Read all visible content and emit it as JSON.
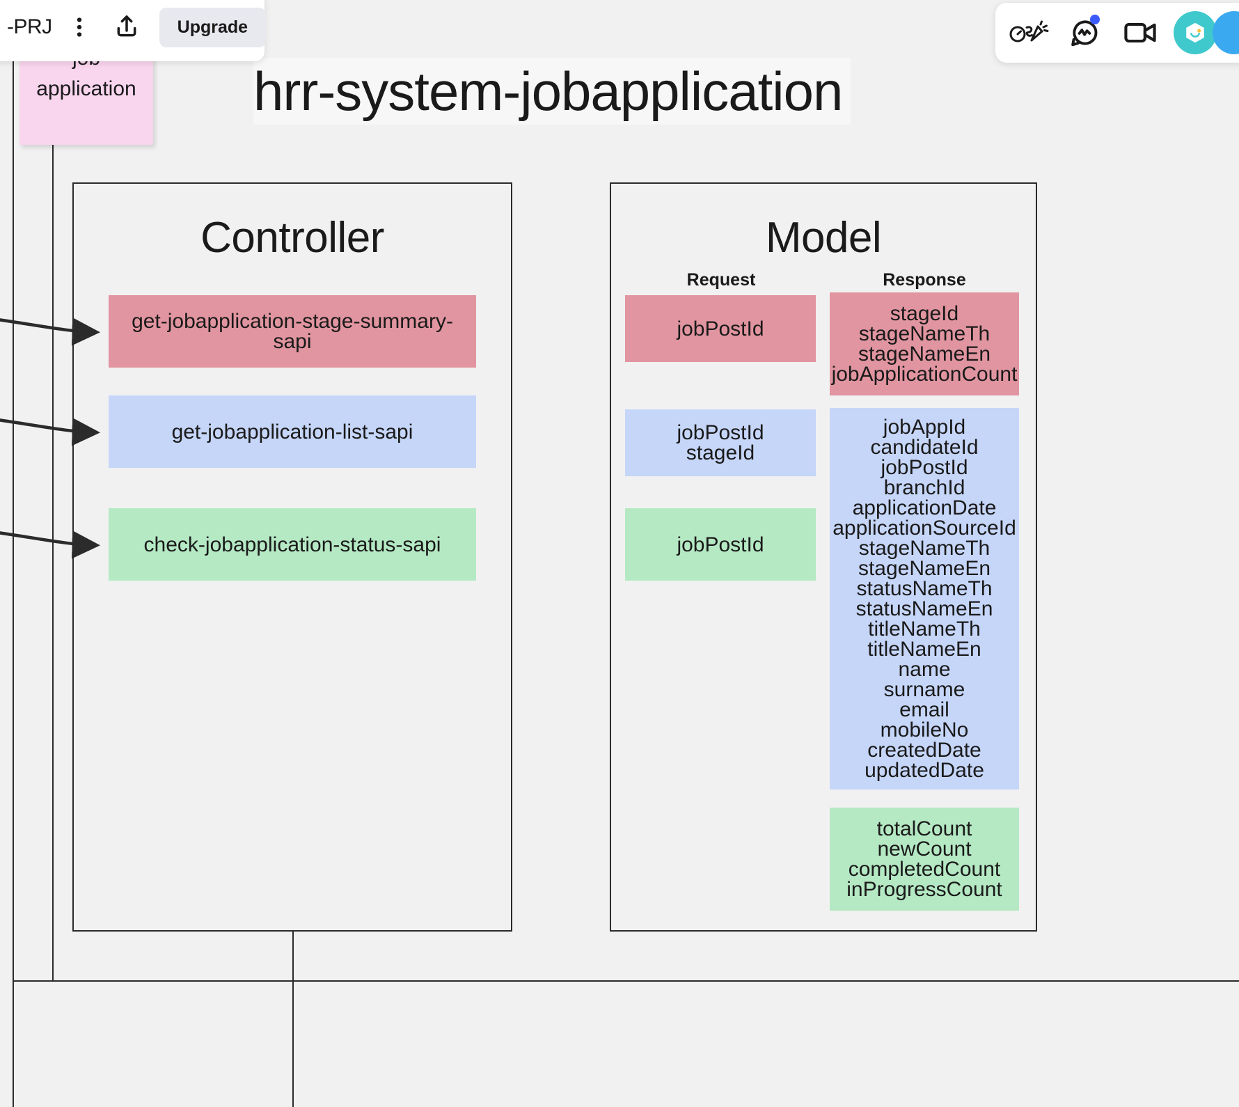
{
  "app": {
    "project_name": "-PRJ",
    "upgrade_label": "Upgrade",
    "more_icon": "kebab-menu-icon",
    "share_icon": "share-upload-icon"
  },
  "toolbar_right": {
    "timer_icon": "timer-party-icon",
    "chat_icon": "chat-bubble-icon",
    "video_icon": "video-camera-icon",
    "avatar_1": "user-avatar-teal",
    "avatar_2": "user-avatar-blue",
    "notification_color": "#3b5bfd"
  },
  "sticky_note": {
    "line1": "job",
    "line2": "application",
    "color": "#f9d5ee"
  },
  "diagram": {
    "title": "hrr-system-jobapplication"
  },
  "controller": {
    "title": "Controller",
    "items": [
      {
        "label": "get-jobapplication-stage-summary-sapi",
        "color": "#e195a0"
      },
      {
        "label": "get-jobapplication-list-sapi",
        "color": "#c6d6f9"
      },
      {
        "label": "check-jobapplication-status-sapi",
        "color": "#b5e9c4"
      }
    ]
  },
  "model": {
    "title": "Model",
    "request_header": "Request",
    "response_header": "Response",
    "requests": [
      {
        "fields": [
          "jobPostId"
        ],
        "color": "#e195a0"
      },
      {
        "fields": [
          "jobPostId",
          "stageId"
        ],
        "color": "#c6d6f9"
      },
      {
        "fields": [
          "jobPostId"
        ],
        "color": "#b5e9c4"
      }
    ],
    "responses": [
      {
        "color": "#e195a0",
        "fields": [
          "stageId",
          "stageNameTh",
          "stageNameEn",
          "jobApplicationCount"
        ]
      },
      {
        "color": "#c6d6f9",
        "fields": [
          "jobAppId",
          "candidateId",
          "jobPostId",
          "branchId",
          "applicationDate",
          "applicationSourceId",
          "stageNameTh",
          "stageNameEn",
          "statusNameTh",
          "statusNameEn",
          "titleNameTh",
          "titleNameEn",
          "name",
          "surname",
          "email",
          "mobileNo",
          "createdDate",
          "updatedDate"
        ]
      },
      {
        "color": "#b5e9c4",
        "fields": [
          "totalCount",
          "newCount",
          "completedCount",
          "inProgressCount"
        ]
      }
    ]
  }
}
